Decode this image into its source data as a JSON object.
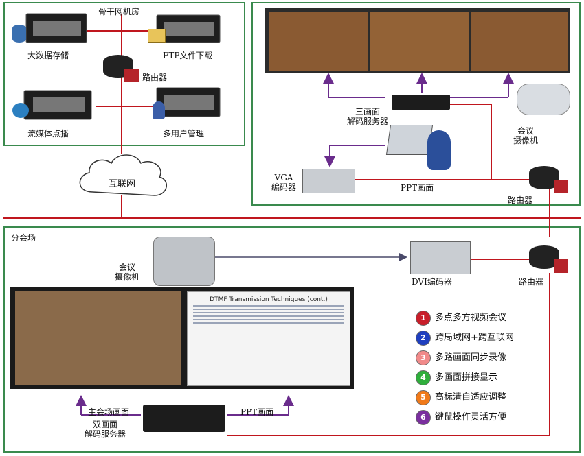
{
  "top_left": {
    "backbone_room": "骨干网机房",
    "big_data": "大数据存储",
    "ftp": "FTP文件下载",
    "router": "路由器",
    "streaming": "流媒体点播",
    "multi_user": "多用户管理"
  },
  "internet": "互联网",
  "top_right": {
    "triple_decoder": "三画面\n解码服务器",
    "camera": "会议\n摄像机",
    "vga_encoder": "VGA\n编码器",
    "ppt": "PPT画面",
    "router": "路由器"
  },
  "branch": {
    "title": "分会场",
    "camera": "会议\n摄像机",
    "dvi_encoder": "DVI编码器",
    "router": "路由器",
    "main_feed": "主会场画面",
    "ppt": "PPT画面",
    "dual_decoder": "双画面\n解码服务器",
    "doc_title": "DTMF Transmission Techniques (cont.)"
  },
  "legend": [
    {
      "num": "1",
      "text": "多点多方视频会议",
      "color": "#c81e2a"
    },
    {
      "num": "2",
      "text": "跨局域网+跨互联网",
      "color": "#1f3fbf"
    },
    {
      "num": "3",
      "text": "多路画面同步录像",
      "color": "#f08a8a"
    },
    {
      "num": "4",
      "text": "多画面拼接显示",
      "color": "#2fae3c"
    },
    {
      "num": "5",
      "text": "高标清自适应调整",
      "color": "#f07a1a"
    },
    {
      "num": "6",
      "text": "键鼠操作灵活方便",
      "color": "#7a2f9e"
    }
  ],
  "colors": {
    "panel_border": "#3a8a4e",
    "red_line": "#c0161e",
    "purple_arrow": "#6a2c8c"
  }
}
